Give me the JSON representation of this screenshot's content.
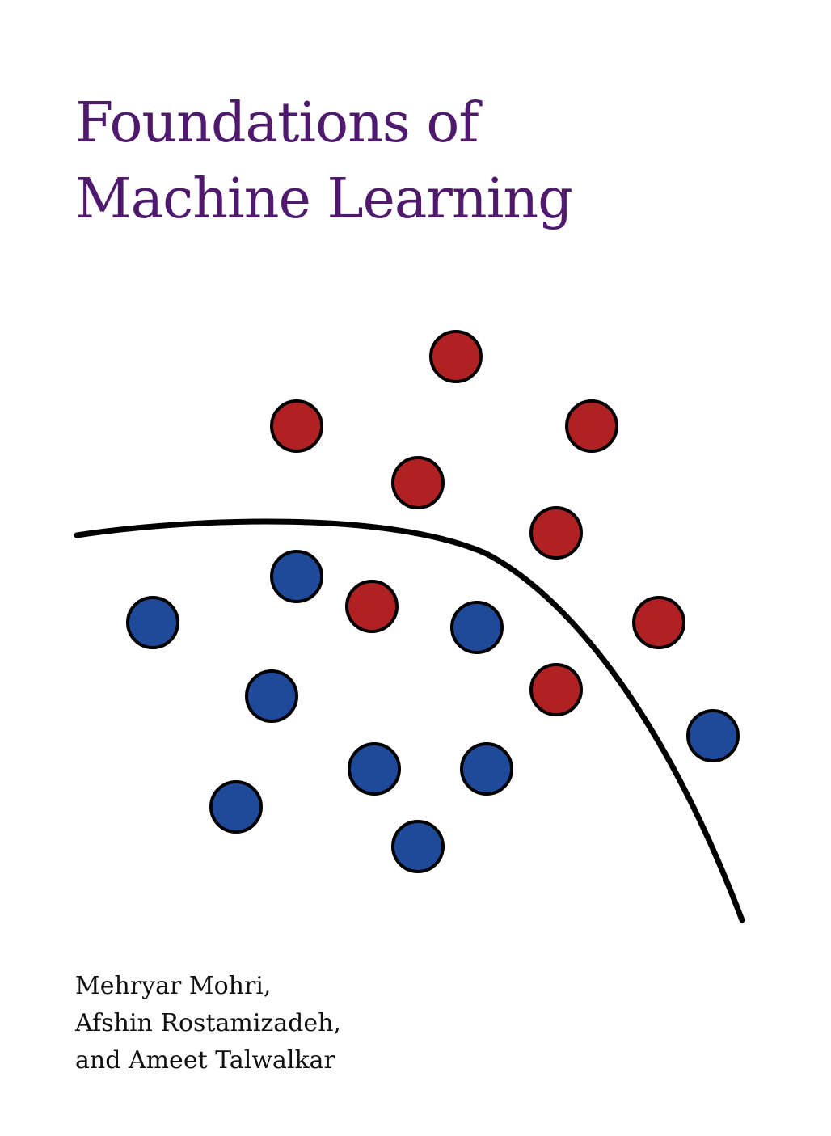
{
  "title": {
    "line1": "Foundations of",
    "line2": "Machine Learning",
    "color": "#4f1a6e"
  },
  "figure": {
    "red_color": "#b02124",
    "blue_color": "#1f4a9a",
    "outline_color": "#000000",
    "curve_color": "#000000"
  },
  "authors": {
    "line1": "Mehryar Mohri,",
    "line2": "Afshin Rostamizadeh,",
    "line3": "and Ameet Talwalkar"
  }
}
